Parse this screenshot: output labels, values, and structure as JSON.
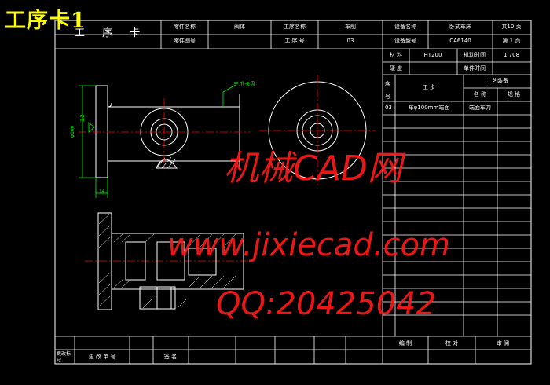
{
  "overlay_title": "工序卡1",
  "header": {
    "card_title": "工 序 卡",
    "part_name_label": "零件名称",
    "part_name_value": "阀体",
    "part_drawing_label": "零件图号",
    "process_name_label": "工序名称",
    "process_name_value": "车削",
    "process_no_label": "工 序 号",
    "process_no_value": "03",
    "equip_name_label": "设备名称",
    "equip_name_value": "卧式车床",
    "equip_model_label": "设备型号",
    "equip_model_value": "CA6140",
    "total_pages": "共10 页",
    "page_no": "第 1 页"
  },
  "info": {
    "material_label": "材  料",
    "material_value": "HT200",
    "machine_time_label": "机动时间",
    "machine_time_value": "1.708",
    "hardness_label": "硬  度",
    "unit_time_label": "单件时间"
  },
  "steps_table": {
    "col_seq": "序号",
    "col_step": "工  步",
    "col_equipment": "工艺装备",
    "col_name": "名  称",
    "col_spec": "规  格",
    "rows": [
      {
        "seq": "03",
        "step": "车φ100mm端面",
        "name": "端面车刀",
        "spec": ""
      }
    ]
  },
  "drawing": {
    "dim_length": "φ100",
    "dim_thick": "16",
    "roughness": "3.2",
    "note": "三爪卡盘"
  },
  "footer": {
    "label_change": "更改标记",
    "label_doc": "更 改 单 号",
    "label_sign": "签 名",
    "label_design": "编  制",
    "label_check": "校  对",
    "label_review": "审  阅"
  },
  "watermark": {
    "line1": "机械CAD网",
    "line2": "www.jixiecad.com",
    "line3": "QQ:20425042"
  },
  "colors": {
    "background": "#000000",
    "lines": "#ffffff",
    "dim": "#00ff00",
    "center": "#ff0000",
    "title": "#ffff00",
    "watermark": "#ff1a1a"
  }
}
